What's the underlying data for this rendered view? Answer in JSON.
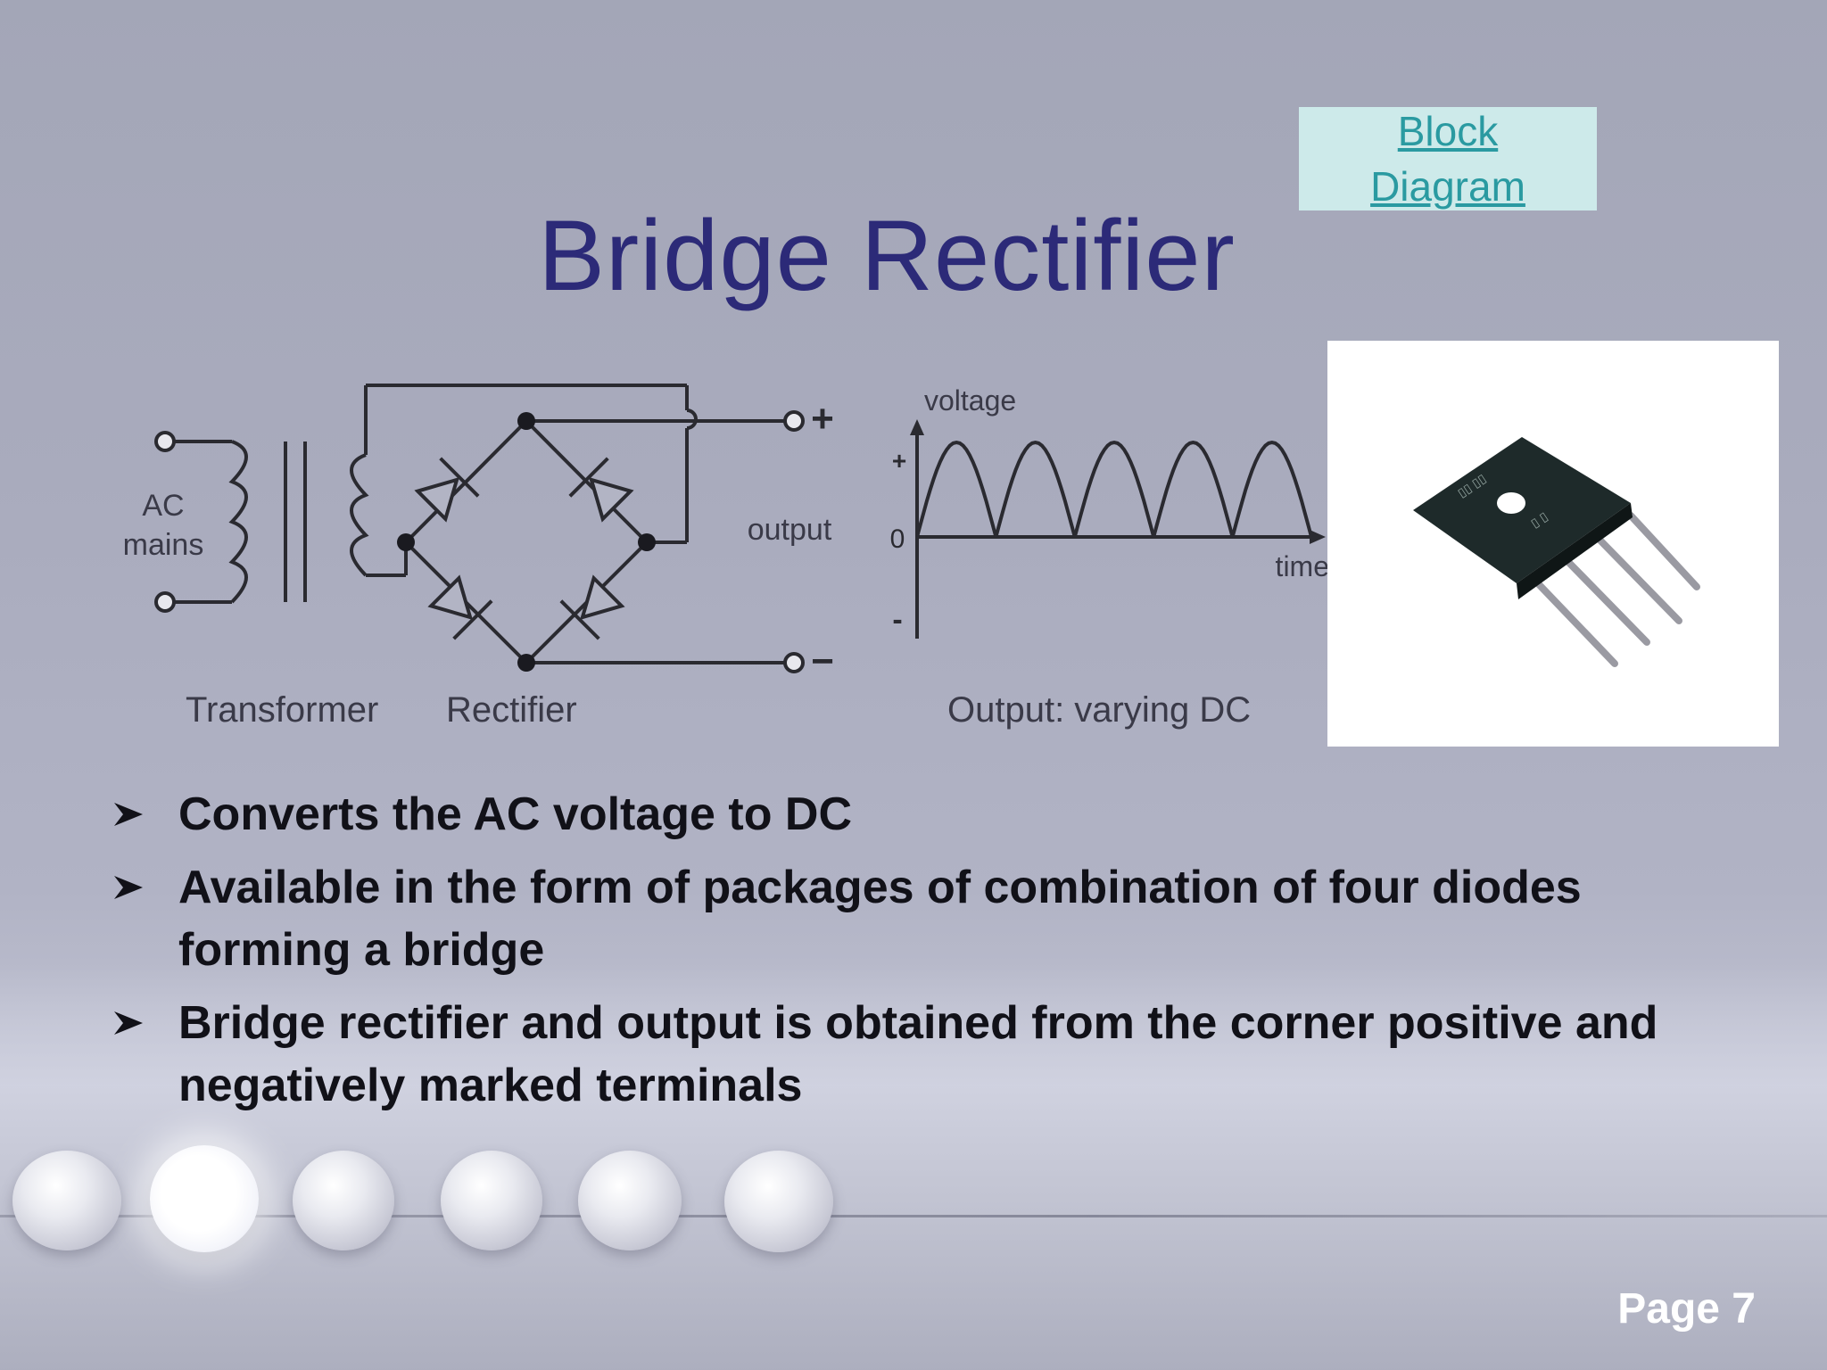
{
  "slide": {
    "title": "Bridge Rectifier",
    "link": {
      "line1": "Block",
      "line2": "Diagram"
    },
    "page_label": "Page 7"
  },
  "circuit": {
    "ac_line1": "AC",
    "ac_line2": "mains",
    "output_label": "output",
    "plus": "+",
    "minus": "−",
    "caption_transformer": "Transformer",
    "caption_rectifier": "Rectifier"
  },
  "waveform": {
    "y_label": "voltage",
    "x_label": "time",
    "tick_plus": "+",
    "tick_zero": "0",
    "tick_minus": "-",
    "caption": "Output: varying DC",
    "humps": 5
  },
  "bullets": [
    "Converts the AC voltage to DC",
    "Available in the form of packages of combination of four diodes forming a bridge",
    "Bridge rectifier and output is obtained from the corner positive and negatively marked terminals"
  ],
  "colors": {
    "title": "#2c2a78",
    "link": "#2a9aa1",
    "link_box": "#cdeaea",
    "bullet_text": "#111118",
    "page_label": "#ffffff"
  },
  "icons": {
    "bullet": "arrowhead-bullet-icon",
    "photo": "bridge-rectifier-component-photo"
  }
}
